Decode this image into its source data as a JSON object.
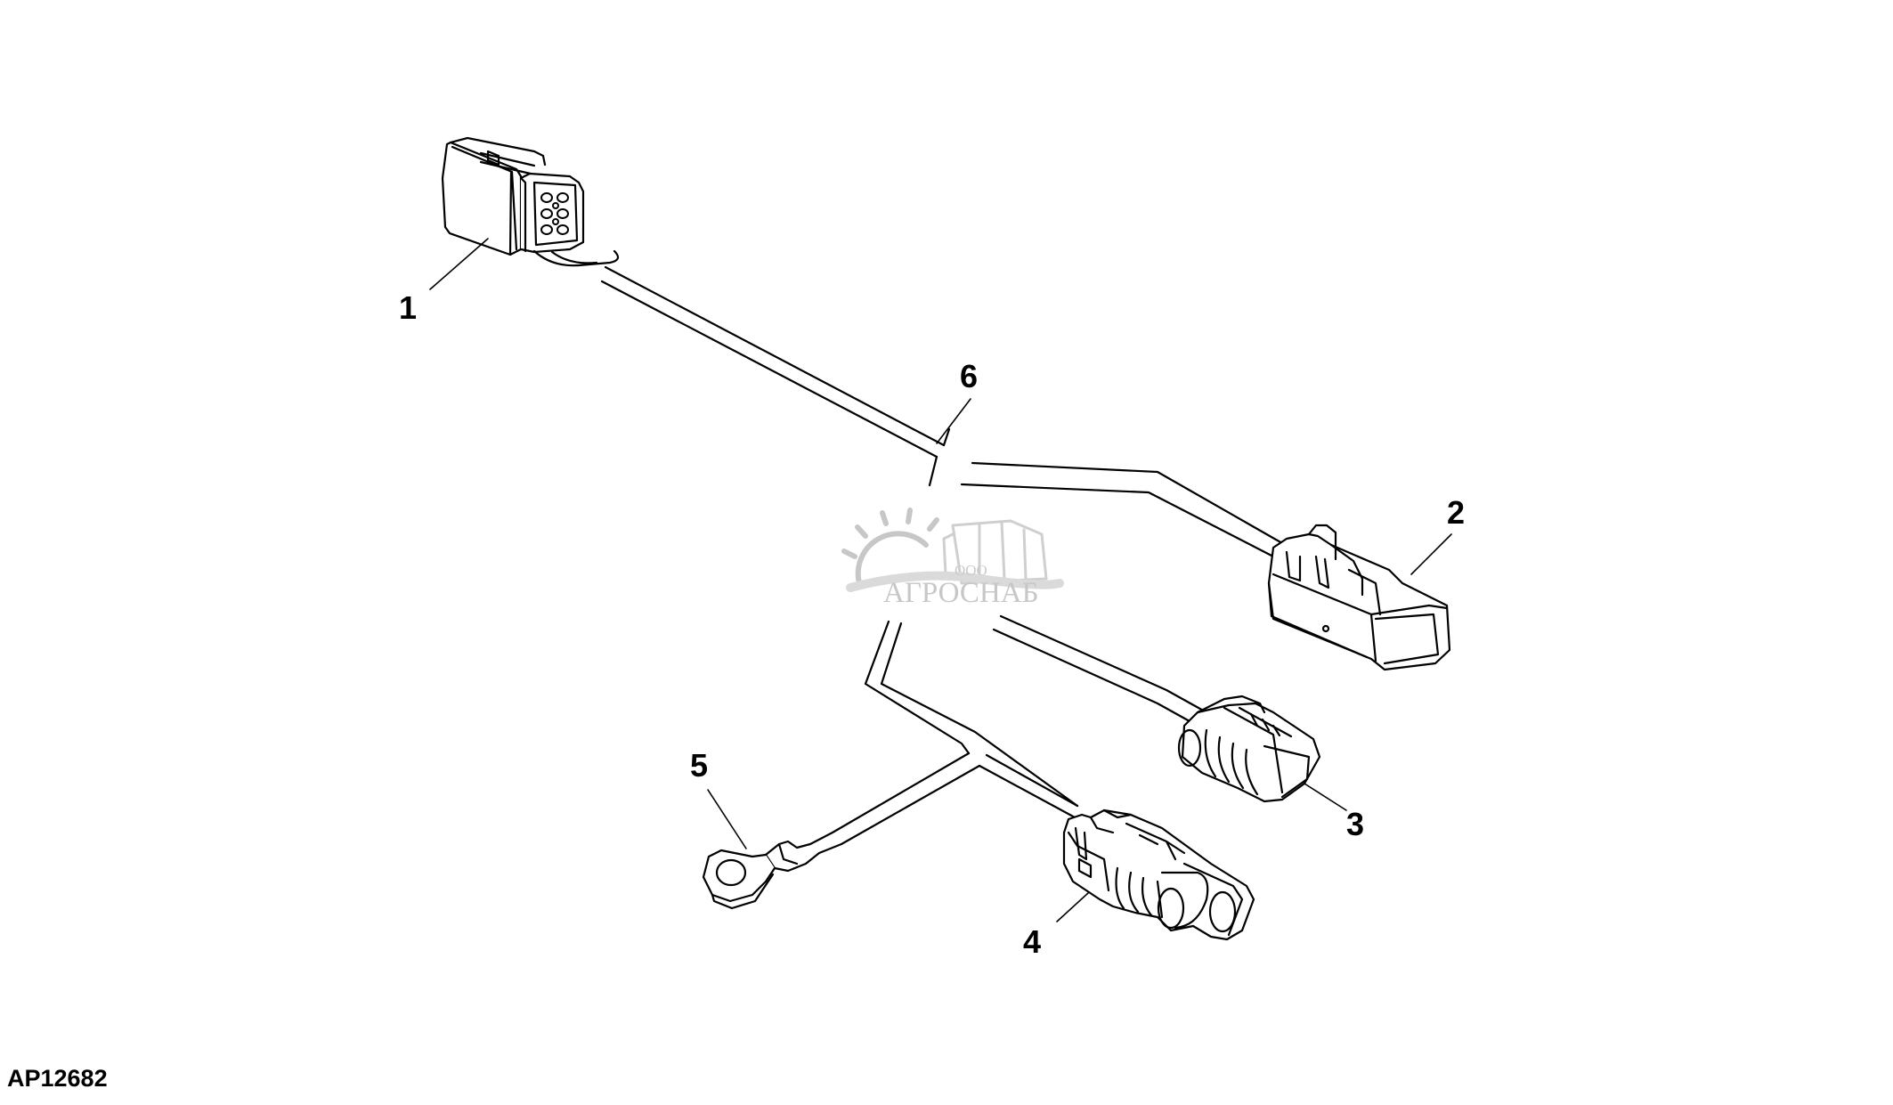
{
  "callouts": {
    "c1": "1",
    "c2": "2",
    "c3": "3",
    "c4": "4",
    "c5": "5",
    "c6": "6"
  },
  "figure_id": "AP12682",
  "watermark": {
    "small": "ООО",
    "brand": "АГРОСНАБ",
    "color": "#b9b9b9"
  },
  "colors": {
    "line": "#000000",
    "background": "#ffffff"
  }
}
